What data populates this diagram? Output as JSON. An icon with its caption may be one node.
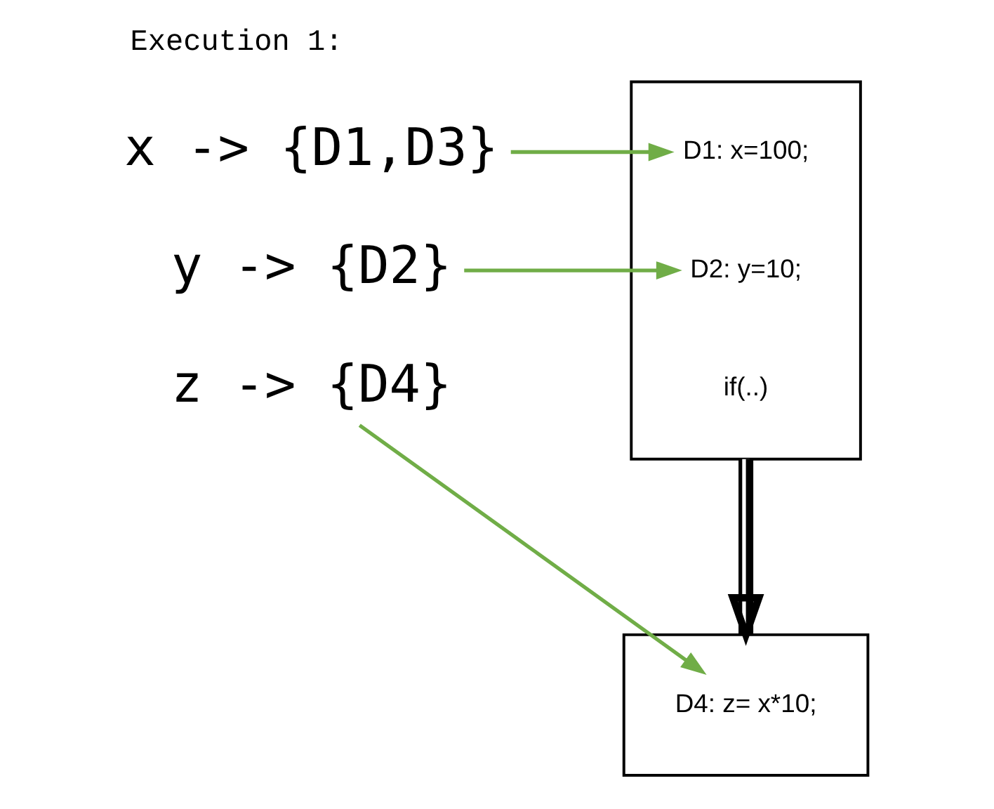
{
  "diagram": {
    "title": "Execution 1:",
    "nodes": [
      {
        "text": [],
        "shape": "box"
      },
      {
        "text": [
          "D1: x=100;"
        ],
        "in": 0
      },
      {
        "text": [
          "D2: y=10;"
        ],
        "in": 0
      },
      {
        "text": [
          "if(..)"
        ],
        "in": 0
      },
      {
        "text": [
          "x -> {D1,D3}"
        ]
      },
      {
        "text": [
          "y -> {D2}"
        ]
      },
      {
        "text": [
          "z -> {D4}"
        ]
      },
      {
        "text": [],
        "shape": "box"
      },
      {
        "text": [
          "D4: z= x*10;"
        ],
        "in": 7
      }
    ],
    "edges": [
      {
        "from": 4,
        "to": 1,
        "arrow": "to"
      },
      {
        "from": 5,
        "to": 2,
        "arrow": "to"
      },
      {
        "from": 6,
        "to": 8,
        "arrow": "to"
      },
      {
        "from": 0,
        "to": 7,
        "arrow": "to",
        "style": "thick",
        "color": "#000000"
      }
    ]
  }
}
